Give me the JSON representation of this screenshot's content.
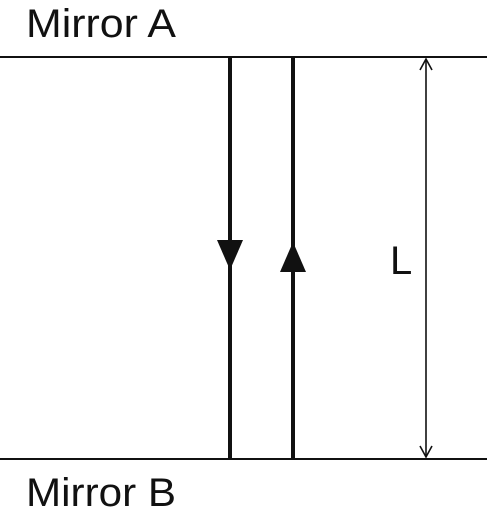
{
  "mirror_top": {
    "label": "Mirror A"
  },
  "mirror_bottom": {
    "label": "Mirror B"
  },
  "distance": {
    "label": "L"
  },
  "colors": {
    "line": "#111111",
    "background": "#ffffff"
  }
}
